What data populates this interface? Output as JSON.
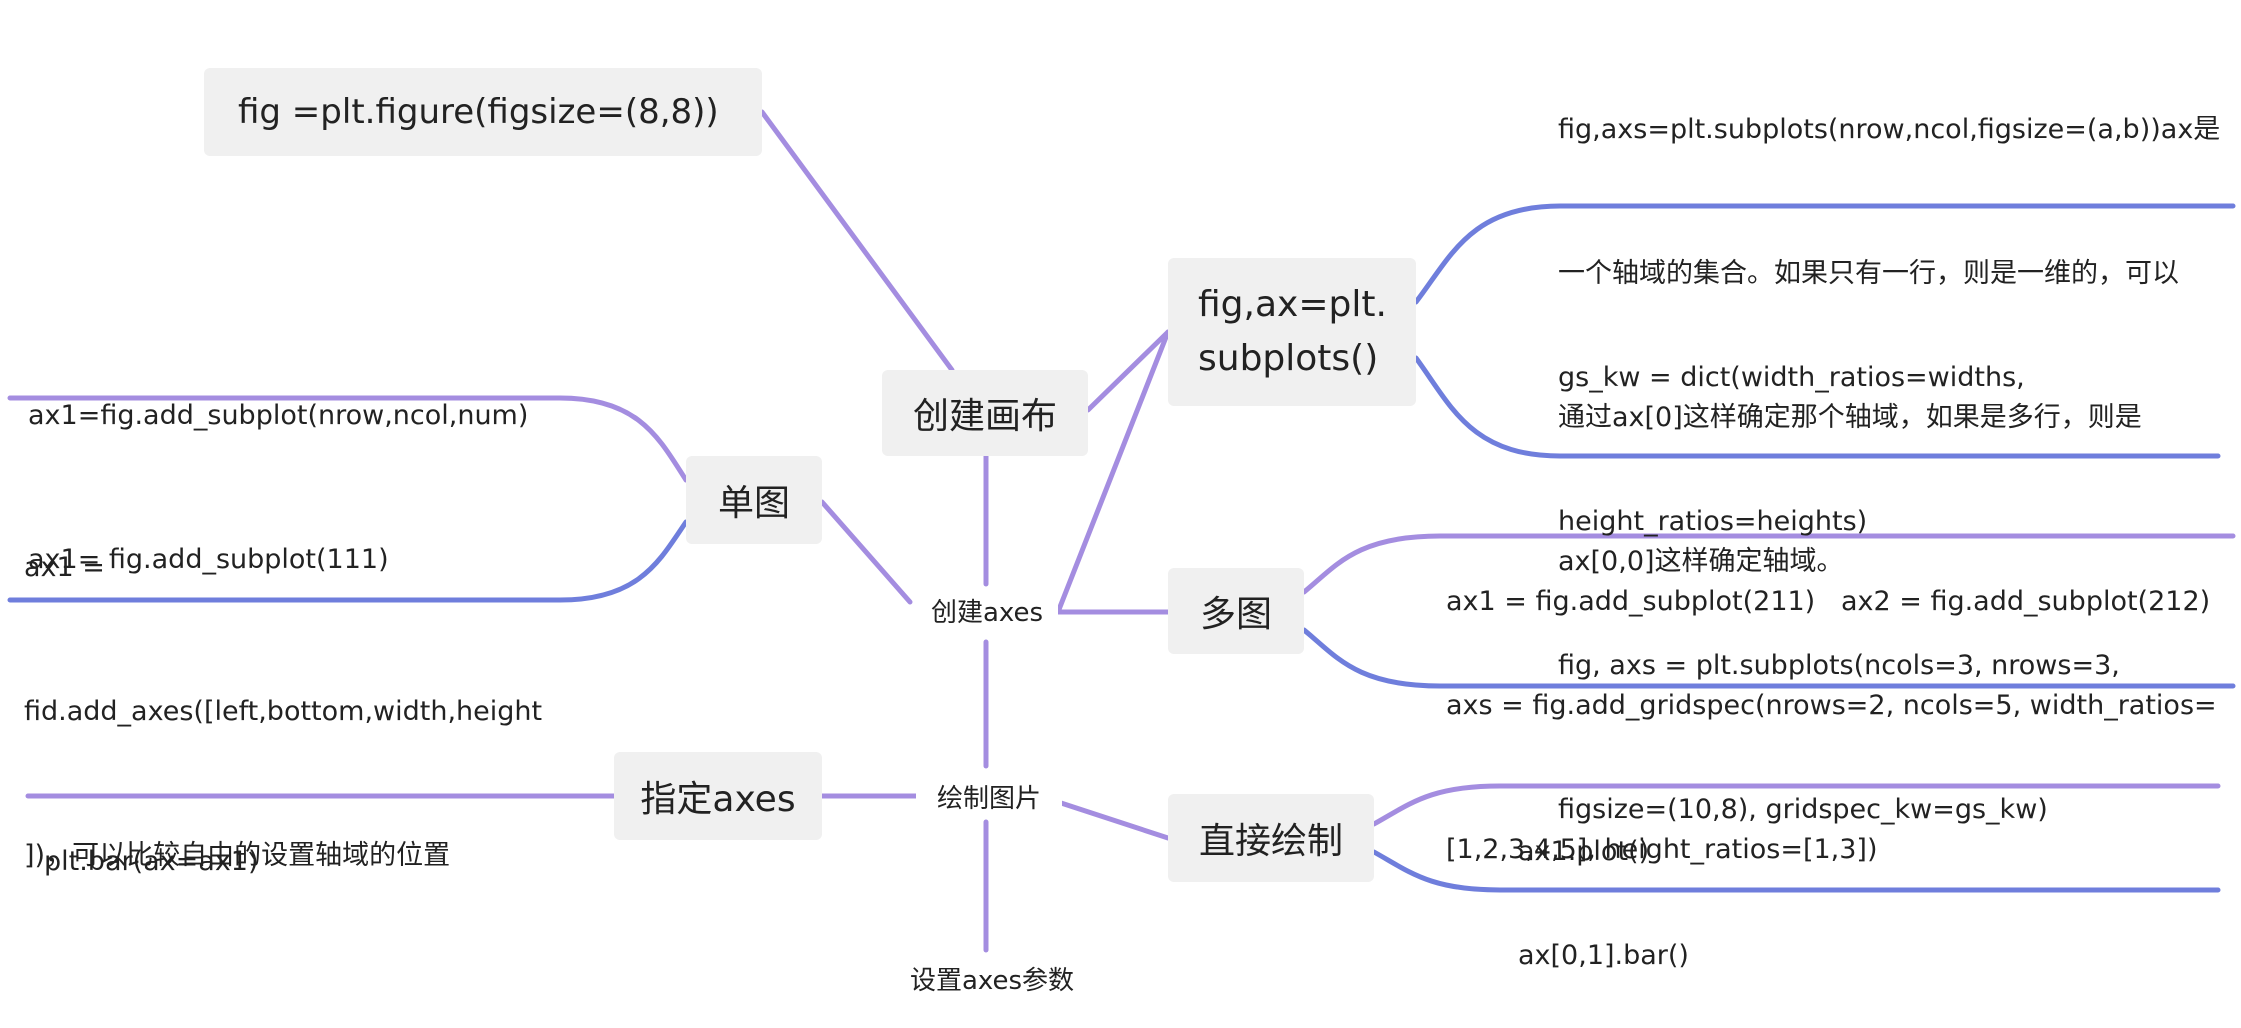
{
  "colors": {
    "purple": "#a48de0",
    "blue": "#6f7edc",
    "node_bg": "#f0f0f0"
  },
  "center": {
    "create_canvas": "创建画布",
    "create_axes": "创建axes",
    "draw_image": "绘制图片",
    "set_axes_params": "设置axes参数"
  },
  "canvas": {
    "figure_code": "fig =plt.figure(figsize=(8,8))",
    "subplots_node": [
      "fig,ax=plt.",
      "subplots()"
    ],
    "subplots_note": [
      "fig,axs=plt.subplots(nrow,ncol,figsize=(a,b))ax是",
      "一个轴域的集合。如果只有一行，则是一维的，可以",
      "通过ax[0]这样确定那个轴域，如果是多行，则是",
      "ax[0,0]这样确定轴域。"
    ],
    "gridspec_note": [
      "gs_kw = dict(width_ratios=widths,",
      "height_ratios=heights)",
      "fig, axs = plt.subplots(ncols=3, nrows=3,",
      "figsize=(10,8), gridspec_kw=gs_kw)"
    ]
  },
  "axes": {
    "single_node": "单图",
    "single_subplot": [
      "ax1=fig.add_subplot(nrow,ncol,num)",
      "ax1= fig.add_subplot(111)"
    ],
    "single_add_axes": [
      "ax1 =",
      "fid.add_axes([left,bottom,width,height",
      "])，可以比较自由的设置轴域的位置"
    ],
    "multi_node": "多图",
    "multi_subplot": "ax1 = fig.add_subplot(211)   ax2 = fig.add_subplot(212)",
    "multi_gridspec": [
      "axs = fig.add_gridspec(nrows=2, ncols=5, width_ratios=",
      "[1,2,3,4,5], height_ratios=[1,3])"
    ]
  },
  "draw": {
    "specify_node": "指定axes",
    "specify_code": "plt.bar(ax=ax1)",
    "direct_node": "直接绘制",
    "direct_plot": "ax1.plot()",
    "direct_bar": "ax[0,1].bar()"
  }
}
